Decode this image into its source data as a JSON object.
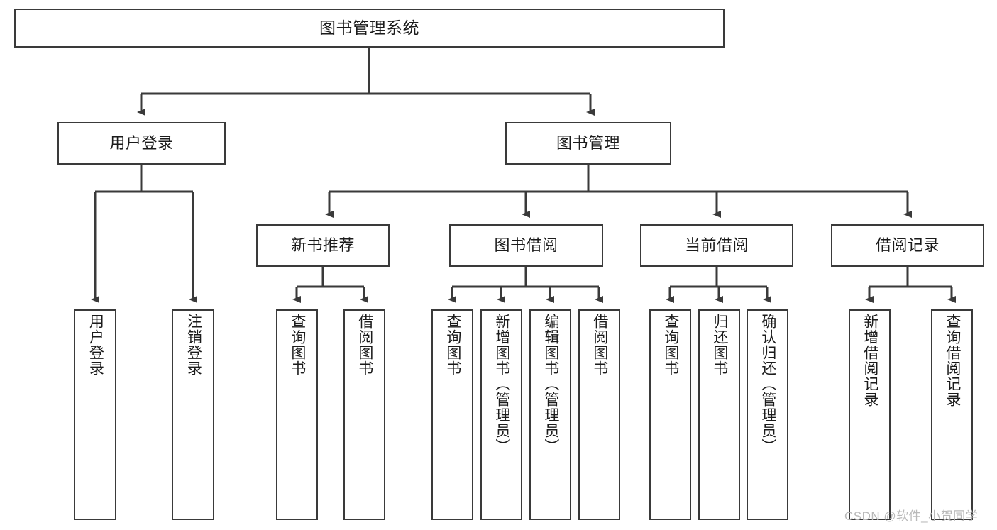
{
  "diagram": {
    "title": "图书管理系统",
    "type": "hierarchy-tree",
    "watermark": "CSDN @软件_小贺同学",
    "colors": {
      "box_border": "#3a3a3a",
      "connector": "#3a3a3a",
      "background": "#ffffff",
      "text": "#1b1b1b",
      "watermark": "#b9b9b9"
    },
    "levels": {
      "level0": [
        {
          "id": "root",
          "label": "图书管理系统"
        }
      ],
      "level1": [
        {
          "id": "user-login",
          "label": "用户登录",
          "parent": "root"
        },
        {
          "id": "book-manage",
          "label": "图书管理",
          "parent": "root"
        }
      ],
      "level2": [
        {
          "id": "new-book-rec",
          "label": "新书推荐",
          "parent": "book-manage"
        },
        {
          "id": "book-borrow",
          "label": "图书借阅",
          "parent": "book-manage"
        },
        {
          "id": "current-borrow",
          "label": "当前借阅",
          "parent": "book-manage"
        },
        {
          "id": "borrow-record",
          "label": "借阅记录",
          "parent": "book-manage"
        }
      ],
      "leaves": [
        {
          "id": "leaf-user-login",
          "label": "用户登录",
          "parent": "user-login"
        },
        {
          "id": "leaf-logout",
          "label": "注销登录",
          "parent": "user-login"
        },
        {
          "id": "leaf-query-book-1",
          "label": "查询图书",
          "parent": "new-book-rec"
        },
        {
          "id": "leaf-borrow-book-1",
          "label": "借阅图书",
          "parent": "new-book-rec"
        },
        {
          "id": "leaf-query-book-2",
          "label": "查询图书",
          "parent": "book-borrow"
        },
        {
          "id": "leaf-add-book",
          "label": "新增图书（管理员）",
          "parent": "book-borrow"
        },
        {
          "id": "leaf-edit-book",
          "label": "编辑图书（管理员）",
          "parent": "book-borrow"
        },
        {
          "id": "leaf-borrow-book-2",
          "label": "借阅图书",
          "parent": "book-borrow"
        },
        {
          "id": "leaf-query-book-3",
          "label": "查询图书",
          "parent": "current-borrow"
        },
        {
          "id": "leaf-return-book",
          "label": "归还图书",
          "parent": "current-borrow"
        },
        {
          "id": "leaf-confirm-return",
          "label": "确认归还（管理员）",
          "parent": "current-borrow"
        },
        {
          "id": "leaf-add-record",
          "label": "新增借阅记录",
          "parent": "borrow-record"
        },
        {
          "id": "leaf-query-record",
          "label": "查询借阅记录",
          "parent": "borrow-record"
        }
      ]
    }
  }
}
